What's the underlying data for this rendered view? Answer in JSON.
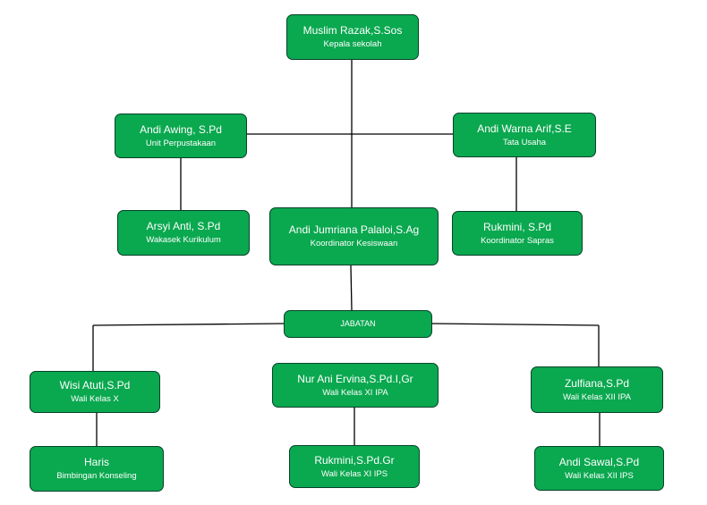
{
  "org_chart": {
    "head": {
      "name": "Muslim Razak,S.Sos",
      "role": "Kepala sekolah"
    },
    "left_top": {
      "name": "Andi Awing, S.Pd",
      "role": "Unit Perpustakaan"
    },
    "right_top": {
      "name": "Andi Warna Arif,S.E",
      "role": "Tata Usaha"
    },
    "left_mid": {
      "name": "Arsyi Anti, S.Pd",
      "role": "Wakasek Kurikulum"
    },
    "center_mid": {
      "name": "Andi Jumriana Palaloi,S.Ag",
      "role": "Koordinator Kesiswaan"
    },
    "right_mid": {
      "name": "Rukmini, S.Pd",
      "role": "Koordinator Sapras"
    },
    "jabatan": {
      "label": "JABATAN"
    },
    "col1_top": {
      "name": "Wisi Atuti,S.Pd",
      "role": "Wali Kelas X"
    },
    "col1_bottom": {
      "name": "Haris",
      "role": "Bimbingan Konseling"
    },
    "col2_top": {
      "name": "Nur Ani Ervina,S.Pd.I,Gr",
      "role": "Wali Kelas XI IPA"
    },
    "col2_bottom": {
      "name": "Rukmini,S.Pd.Gr",
      "role": "Wali Kelas XI IPS"
    },
    "col3_top": {
      "name": "Zulfiana,S.Pd",
      "role": "Wali Kelas XII IPA"
    },
    "col3_bottom": {
      "name": "Andi Sawal,S.Pd",
      "role": "Wali Kelas XII IPS"
    }
  },
  "colors": {
    "node_fill": "#0aa84f",
    "node_border": "#06422a",
    "connector": "#000000"
  }
}
